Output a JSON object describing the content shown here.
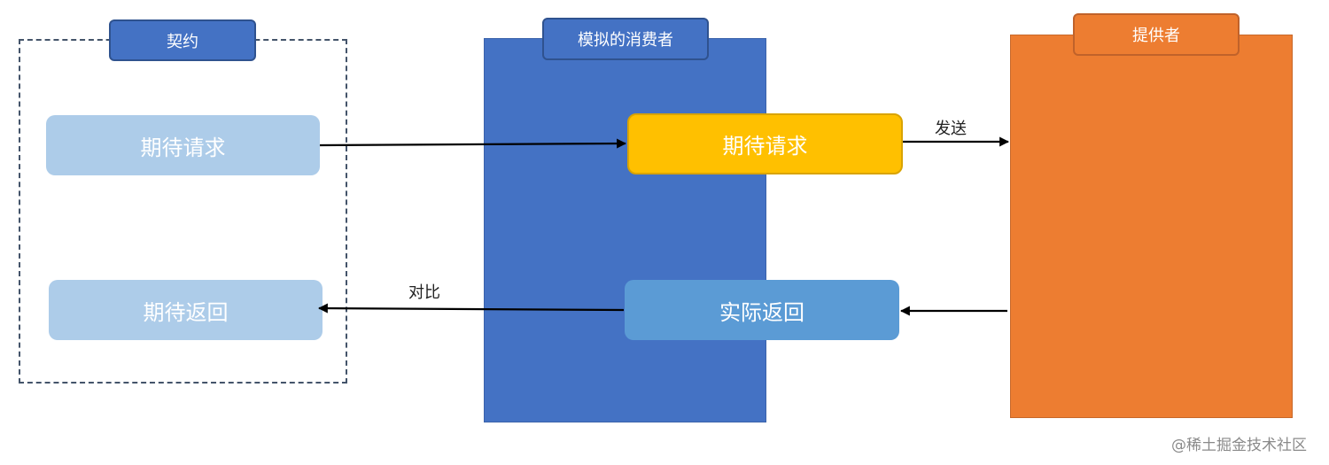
{
  "contract": {
    "title": "契约",
    "expected_request": "期待请求",
    "expected_response": "期待返回"
  },
  "mock_consumer": {
    "title": "模拟的消费者",
    "expected_request": "期待请求",
    "actual_response": "实际返回"
  },
  "provider": {
    "title": "提供者"
  },
  "edges": {
    "send_label": "发送",
    "compare_label": "对比"
  },
  "watermark": "@稀土掘金技术社区",
  "colors": {
    "contract_box": "#adcce9",
    "mock_panel": "#4472c4",
    "provider_panel": "#ed7d31",
    "expected_request_highlight": "#ffc000",
    "actual_response": "#5b9bd5"
  }
}
